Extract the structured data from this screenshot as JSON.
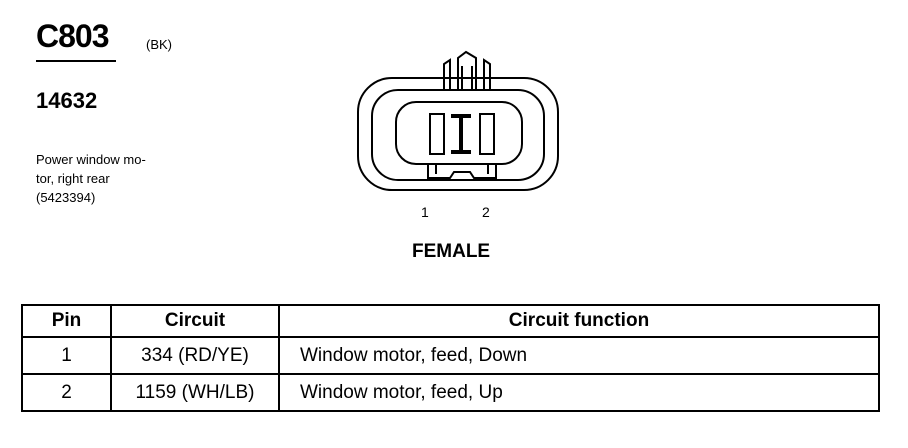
{
  "connector": {
    "id": "C803",
    "color_code": "(BK)",
    "part_number": "14632",
    "description_lines": [
      "Power window mo-",
      "tor, right rear",
      "(5423394)"
    ],
    "gender": "FEMALE",
    "pin_labels": [
      "1",
      "2"
    ]
  },
  "table": {
    "headers": [
      "Pin",
      "Circuit",
      "Circuit function"
    ],
    "rows": [
      {
        "pin": "1",
        "circuit": "334 (RD/YE)",
        "function": "Window motor, feed, Down"
      },
      {
        "pin": "2",
        "circuit": "1159 (WH/LB)",
        "function": "Window motor, feed, Up"
      }
    ]
  }
}
